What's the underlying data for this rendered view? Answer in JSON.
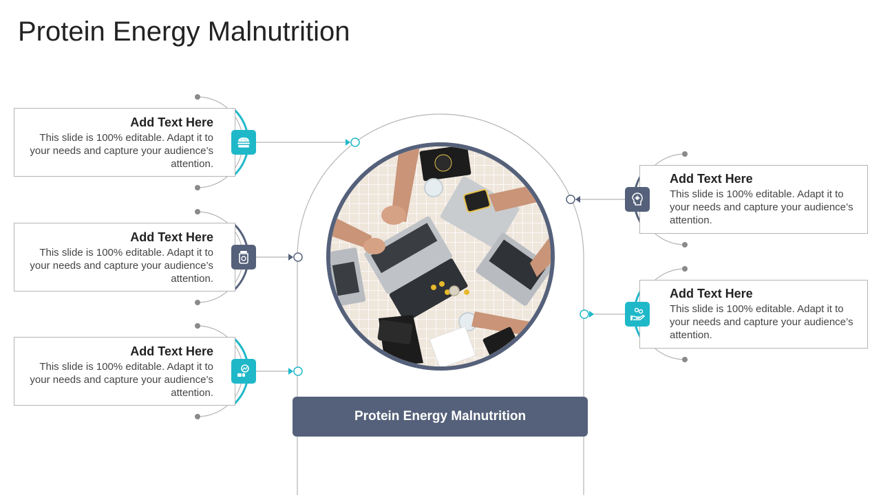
{
  "slide": {
    "title": "Protein Energy Malnutrition"
  },
  "center": {
    "label": "Protein Energy Malnutrition"
  },
  "items": [
    {
      "heading": "Add Text Here",
      "body": "This slide is 100% editable. Adapt it to your needs and capture your audience’s attention.",
      "icon": "burger-icon",
      "accent": "#1fb8c9"
    },
    {
      "heading": "Add Text Here",
      "body": "This slide is 100% editable. Adapt it to your needs and capture your audience’s attention.",
      "icon": "food-jar-icon",
      "accent": "#55617a"
    },
    {
      "heading": "Add Text Here",
      "body": "This slide is 100% editable. Adapt it to your needs and capture your audience’s attention.",
      "icon": "nutrition-chart-icon",
      "accent": "#1fb8c9"
    },
    {
      "heading": "Add Text Here",
      "body": "This slide is 100% editable. Adapt it to your needs and capture your audience’s attention.",
      "icon": "lightbulb-head-icon",
      "accent": "#55617a"
    },
    {
      "heading": "Add Text Here",
      "body": "This slide is 100% editable. Adapt it to your needs and capture your audience’s attention.",
      "icon": "hand-coins-icon",
      "accent": "#1fb8c9"
    }
  ],
  "colors": {
    "teal": "#1fb8c9",
    "slate": "#55617a",
    "line": "#b4b4b4",
    "dot": "#8a8a8a",
    "title": "#222222"
  }
}
